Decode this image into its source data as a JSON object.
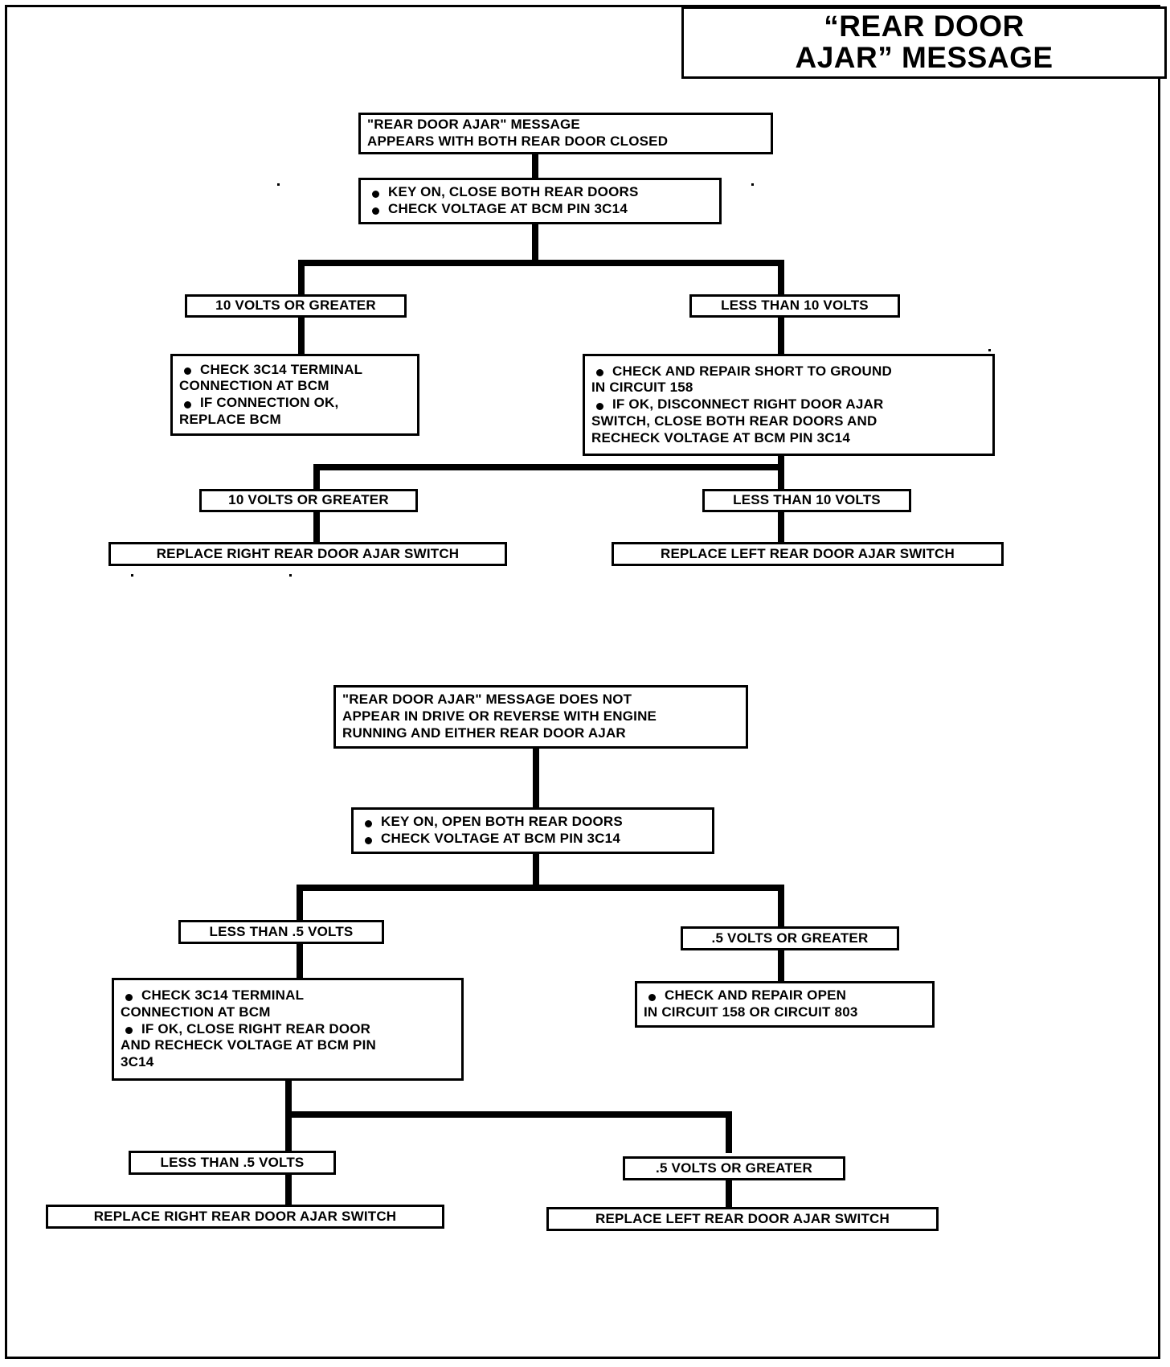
{
  "title": {
    "line1": "“REAR DOOR",
    "line2": "AJAR” MESSAGE"
  },
  "chart_data": {
    "type": "diagram",
    "title": "“REAR DOOR AJAR” MESSAGE",
    "diagram_kind": "troubleshooting-flowchart",
    "flowcharts": 2
  },
  "flow1": {
    "symptom": {
      "l1": "\"REAR DOOR AJAR\" MESSAGE",
      "l2": " APPEARS WITH BOTH REAR DOOR CLOSED"
    },
    "test1": {
      "b1": "KEY ON, CLOSE BOTH REAR DOORS",
      "b2": "CHECK VOLTAGE AT BCM PIN 3C14"
    },
    "branch_left_label": "10 VOLTS OR GREATER",
    "branch_right_label": "LESS THAN 10 VOLTS",
    "action_left": {
      "b1": "CHECK 3C14 TERMINAL",
      "b1c": "CONNECTION AT BCM",
      "b2": "IF CONNECTION OK,",
      "b2c": "REPLACE BCM"
    },
    "action_right": {
      "b1": "CHECK AND REPAIR SHORT TO GROUND",
      "b1c": "IN CIRCUIT 158",
      "b2": "IF OK, DISCONNECT RIGHT DOOR AJAR",
      "b2c1": "SWITCH, CLOSE BOTH REAR DOORS AND",
      "b2c2": "RECHECK VOLTAGE AT BCM PIN 3C14"
    },
    "branch2_left_label": "10 VOLTS OR GREATER",
    "branch2_right_label": "LESS THAN 10 VOLTS",
    "result_left": "REPLACE RIGHT REAR DOOR AJAR SWITCH",
    "result_right": "REPLACE LEFT REAR DOOR AJAR SWITCH"
  },
  "flow2": {
    "symptom": {
      "l1": "\"REAR DOOR AJAR\" MESSAGE DOES NOT",
      "l2": "APPEAR IN DRIVE OR REVERSE WITH ENGINE",
      "l3": "RUNNING AND EITHER REAR DOOR AJAR"
    },
    "test1": {
      "b1": "KEY ON, OPEN BOTH REAR DOORS",
      "b2": "CHECK VOLTAGE AT BCM PIN 3C14"
    },
    "branch_left_label": "LESS THAN .5 VOLTS",
    "branch_right_label": ".5 VOLTS OR GREATER",
    "action_left": {
      "b1": "CHECK 3C14 TERMINAL",
      "b1c": "CONNECTION AT BCM",
      "b2": "IF OK, CLOSE RIGHT REAR DOOR",
      "b2c1": "AND RECHECK VOLTAGE AT BCM PIN",
      "b2c2": "3C14"
    },
    "action_right": {
      "b1": "CHECK AND REPAIR OPEN",
      "b1c": "IN CIRCUIT 158 OR CIRCUIT 803"
    },
    "branch2_left_label": "LESS THAN .5 VOLTS",
    "branch2_right_label": ".5 VOLTS OR GREATER",
    "result_left": "REPLACE RIGHT REAR DOOR AJAR SWITCH",
    "result_right": "REPLACE LEFT REAR DOOR AJAR SWITCH"
  }
}
